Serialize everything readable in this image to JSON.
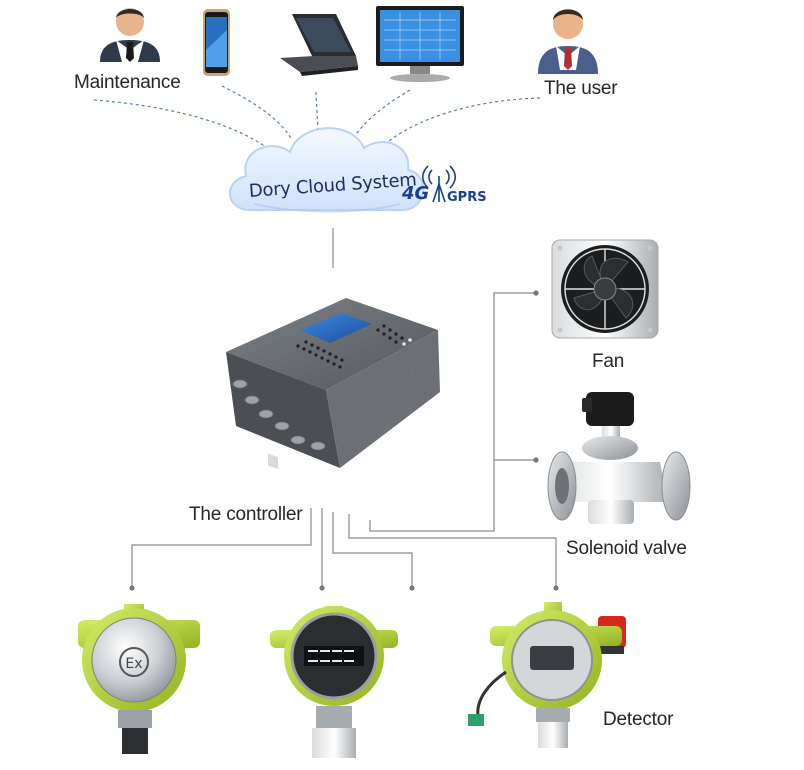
{
  "labels": {
    "maintenance": "Maintenance",
    "user": "The user",
    "controller": "The controller",
    "fan": "Fan",
    "valve": "Solenoid valve",
    "detector": "Detector"
  },
  "cloud": {
    "name": "Dory Cloud System",
    "network_4g": "4G",
    "network_gprs": "GPRS"
  },
  "colors": {
    "line": "#8a8a8a",
    "cloud_fill": "#dcebff",
    "cloud_edge": "#b8d4f5",
    "text_dark": "#262626",
    "brand_blue": "#1e2c6b",
    "detector_green": "#b6d63a",
    "controller_gray": "#5d6166",
    "screen_blue": "#2b6fc6",
    "alarm_red": "#d62a1c"
  },
  "icons": [
    "maintenance-person-icon",
    "smartphone-icon",
    "laptop-icon",
    "monitor-icon",
    "user-person-icon",
    "antenna-icon"
  ]
}
